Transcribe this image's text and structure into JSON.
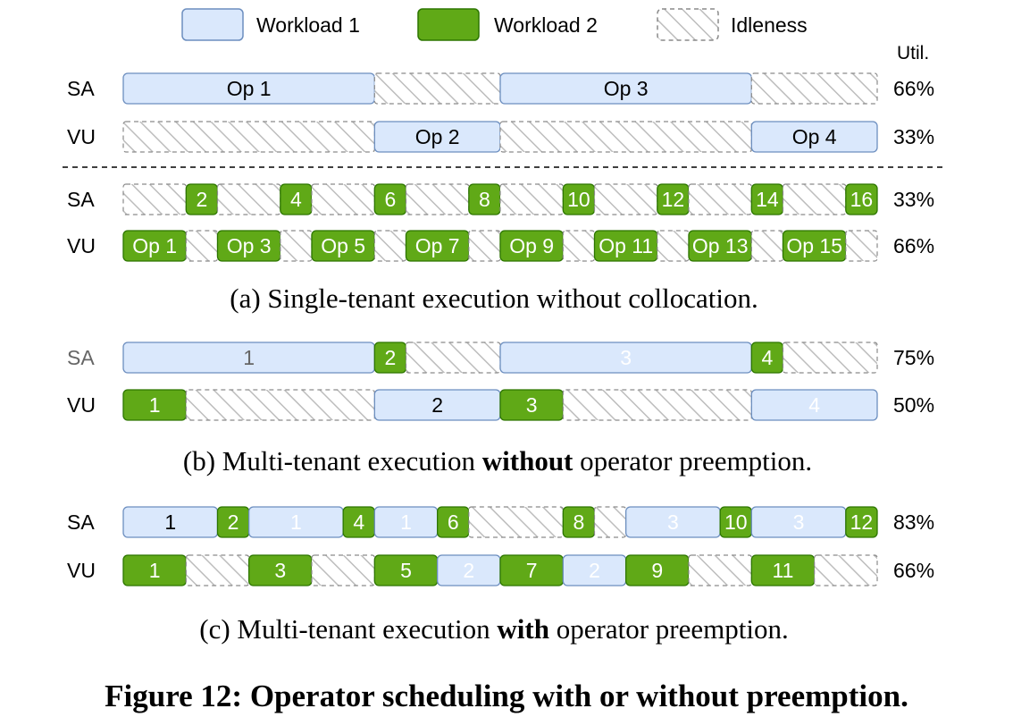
{
  "legend": {
    "workload1": "Workload 1",
    "workload2": "Workload 2",
    "idleness": "Idleness"
  },
  "util_header": "Util.",
  "colors": {
    "workload1_fill": "#dae8fc",
    "workload1_stroke": "#6c8ebf",
    "workload2_fill": "#60a917",
    "workload2_stroke": "#2d7600",
    "idle_stroke": "#8a8a8a",
    "label_dark": "#000000",
    "label_light": "#ffffff",
    "label_muted": "#666666"
  },
  "sections": [
    {
      "id": "a",
      "caption": {
        "prefix": "(a) Single-tenant execution without collocation.",
        "bold": "",
        "suffix": ""
      },
      "rows": [
        {
          "unit": "SA",
          "util": "66%",
          "segments": [
            {
              "kind": "w1",
              "span": 16,
              "label": "Op 1",
              "label_color": "dark"
            },
            {
              "kind": "idle",
              "span": 8
            },
            {
              "kind": "w1",
              "span": 16,
              "label": "Op 3",
              "label_color": "dark"
            },
            {
              "kind": "idle",
              "span": 8
            }
          ]
        },
        {
          "unit": "VU",
          "util": "33%",
          "segments": [
            {
              "kind": "idle",
              "span": 16
            },
            {
              "kind": "w1",
              "span": 8,
              "label": "Op 2",
              "label_color": "dark"
            },
            {
              "kind": "idle",
              "span": 16
            },
            {
              "kind": "w1",
              "span": 8,
              "label": "Op 4",
              "label_color": "dark"
            }
          ]
        },
        {
          "unit": "SA",
          "util": "33%",
          "divider_before": true,
          "segments": [
            {
              "kind": "idle",
              "span": 4
            },
            {
              "kind": "w2",
              "span": 2,
              "label": "2"
            },
            {
              "kind": "idle",
              "span": 4
            },
            {
              "kind": "w2",
              "span": 2,
              "label": "4"
            },
            {
              "kind": "idle",
              "span": 4
            },
            {
              "kind": "w2",
              "span": 2,
              "label": "6"
            },
            {
              "kind": "idle",
              "span": 4
            },
            {
              "kind": "w2",
              "span": 2,
              "label": "8"
            },
            {
              "kind": "idle",
              "span": 4
            },
            {
              "kind": "w2",
              "span": 2,
              "label": "10"
            },
            {
              "kind": "idle",
              "span": 4
            },
            {
              "kind": "w2",
              "span": 2,
              "label": "12"
            },
            {
              "kind": "idle",
              "span": 4
            },
            {
              "kind": "w2",
              "span": 2,
              "label": "14"
            },
            {
              "kind": "idle",
              "span": 4
            },
            {
              "kind": "w2",
              "span": 2,
              "label": "16"
            }
          ]
        },
        {
          "unit": "VU",
          "util": "66%",
          "segments": [
            {
              "kind": "w2",
              "span": 4,
              "label": "Op 1"
            },
            {
              "kind": "idle",
              "span": 2
            },
            {
              "kind": "w2",
              "span": 4,
              "label": "Op 3"
            },
            {
              "kind": "idle",
              "span": 2
            },
            {
              "kind": "w2",
              "span": 4,
              "label": "Op 5"
            },
            {
              "kind": "idle",
              "span": 2
            },
            {
              "kind": "w2",
              "span": 4,
              "label": "Op 7"
            },
            {
              "kind": "idle",
              "span": 2
            },
            {
              "kind": "w2",
              "span": 4,
              "label": "Op 9"
            },
            {
              "kind": "idle",
              "span": 2
            },
            {
              "kind": "w2",
              "span": 4,
              "label": "Op 11"
            },
            {
              "kind": "idle",
              "span": 2
            },
            {
              "kind": "w2",
              "span": 4,
              "label": "Op 13"
            },
            {
              "kind": "idle",
              "span": 2
            },
            {
              "kind": "w2",
              "span": 4,
              "label": "Op 15"
            },
            {
              "kind": "idle",
              "span": 2
            }
          ]
        }
      ]
    },
    {
      "id": "b",
      "caption": {
        "prefix": "(b) Multi-tenant execution ",
        "bold": "without",
        "suffix": " operator preemption."
      },
      "rows": [
        {
          "unit": "SA",
          "unit_muted": true,
          "util": "75%",
          "segments": [
            {
              "kind": "w1",
              "span": 16,
              "label": "1",
              "label_color": "muted"
            },
            {
              "kind": "w2",
              "span": 2,
              "label": "2"
            },
            {
              "kind": "idle",
              "span": 6
            },
            {
              "kind": "w1",
              "span": 16,
              "label": "3",
              "label_color": "light"
            },
            {
              "kind": "w2",
              "span": 2,
              "label": "4"
            },
            {
              "kind": "idle",
              "span": 6
            }
          ]
        },
        {
          "unit": "VU",
          "util": "50%",
          "segments": [
            {
              "kind": "w2",
              "span": 4,
              "label": "1"
            },
            {
              "kind": "idle",
              "span": 12
            },
            {
              "kind": "w1",
              "span": 8,
              "label": "2",
              "label_color": "dark"
            },
            {
              "kind": "w2",
              "span": 4,
              "label": "3"
            },
            {
              "kind": "idle",
              "span": 12
            },
            {
              "kind": "w1",
              "span": 8,
              "label": "4",
              "label_color": "light"
            }
          ]
        }
      ]
    },
    {
      "id": "c",
      "caption": {
        "prefix": "(c) Multi-tenant execution ",
        "bold": "with",
        "suffix": " operator preemption."
      },
      "rows": [
        {
          "unit": "SA",
          "util": "83%",
          "segments": [
            {
              "kind": "w1",
              "span": 6,
              "label": "1",
              "label_color": "dark"
            },
            {
              "kind": "w2",
              "span": 2,
              "label": "2"
            },
            {
              "kind": "w1",
              "span": 6,
              "label": "1",
              "label_color": "light"
            },
            {
              "kind": "w2",
              "span": 2,
              "label": "4"
            },
            {
              "kind": "w1",
              "span": 4,
              "label": "1",
              "label_color": "light"
            },
            {
              "kind": "w2",
              "span": 2,
              "label": "6"
            },
            {
              "kind": "idle",
              "span": 6
            },
            {
              "kind": "w2",
              "span": 2,
              "label": "8"
            },
            {
              "kind": "idle",
              "span": 2
            },
            {
              "kind": "w1",
              "span": 6,
              "label": "3",
              "label_color": "light"
            },
            {
              "kind": "w2",
              "span": 2,
              "label": "10"
            },
            {
              "kind": "w1",
              "span": 6,
              "label": "3",
              "label_color": "light"
            },
            {
              "kind": "w2",
              "span": 2,
              "label": "12"
            }
          ]
        },
        {
          "unit": "VU",
          "util": "66%",
          "segments": [
            {
              "kind": "w2",
              "span": 4,
              "label": "1"
            },
            {
              "kind": "idle",
              "span": 4
            },
            {
              "kind": "w2",
              "span": 4,
              "label": "3"
            },
            {
              "kind": "idle",
              "span": 4
            },
            {
              "kind": "w2",
              "span": 4,
              "label": "5"
            },
            {
              "kind": "w1",
              "span": 4,
              "label": "2",
              "label_color": "light"
            },
            {
              "kind": "w2",
              "span": 4,
              "label": "7"
            },
            {
              "kind": "w1",
              "span": 4,
              "label": "2",
              "label_color": "light"
            },
            {
              "kind": "w2",
              "span": 4,
              "label": "9"
            },
            {
              "kind": "idle",
              "span": 4
            },
            {
              "kind": "w2",
              "span": 4,
              "label": "11"
            },
            {
              "kind": "idle",
              "span": 4
            }
          ]
        }
      ]
    }
  ],
  "figure_caption": "Figure 12: Operator scheduling with or without preemption."
}
